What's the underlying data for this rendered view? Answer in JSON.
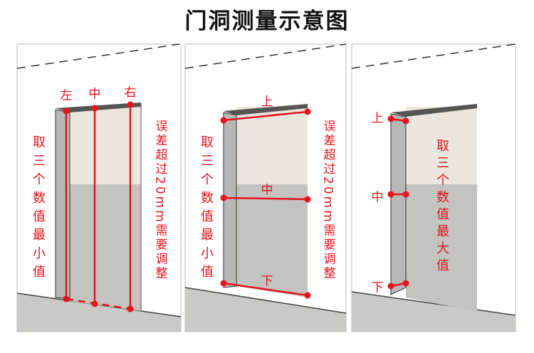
{
  "title": "门洞测量示意图",
  "panels": [
    {
      "name": "width-measurement",
      "points": [
        "左",
        "中",
        "右"
      ],
      "left_note": "取三个数值最小值",
      "right_note": "误差超过20mm需要调整"
    },
    {
      "name": "height-measurement",
      "points": [
        "上",
        "中",
        "下"
      ],
      "left_note": "取三个数值最小值",
      "right_note": "误差超过20mm需要调整"
    },
    {
      "name": "thickness-measurement",
      "points": [
        "上",
        "中",
        "下"
      ],
      "right_note": "取三个数值最大值"
    }
  ],
  "colors": {
    "accent": "#e8141b",
    "wall": "#ffffff",
    "floor": "#c8c8c4",
    "door_upper": "#e9e6de",
    "door_lower": "#c3c3bf",
    "jamb": "#b9b9b9"
  }
}
